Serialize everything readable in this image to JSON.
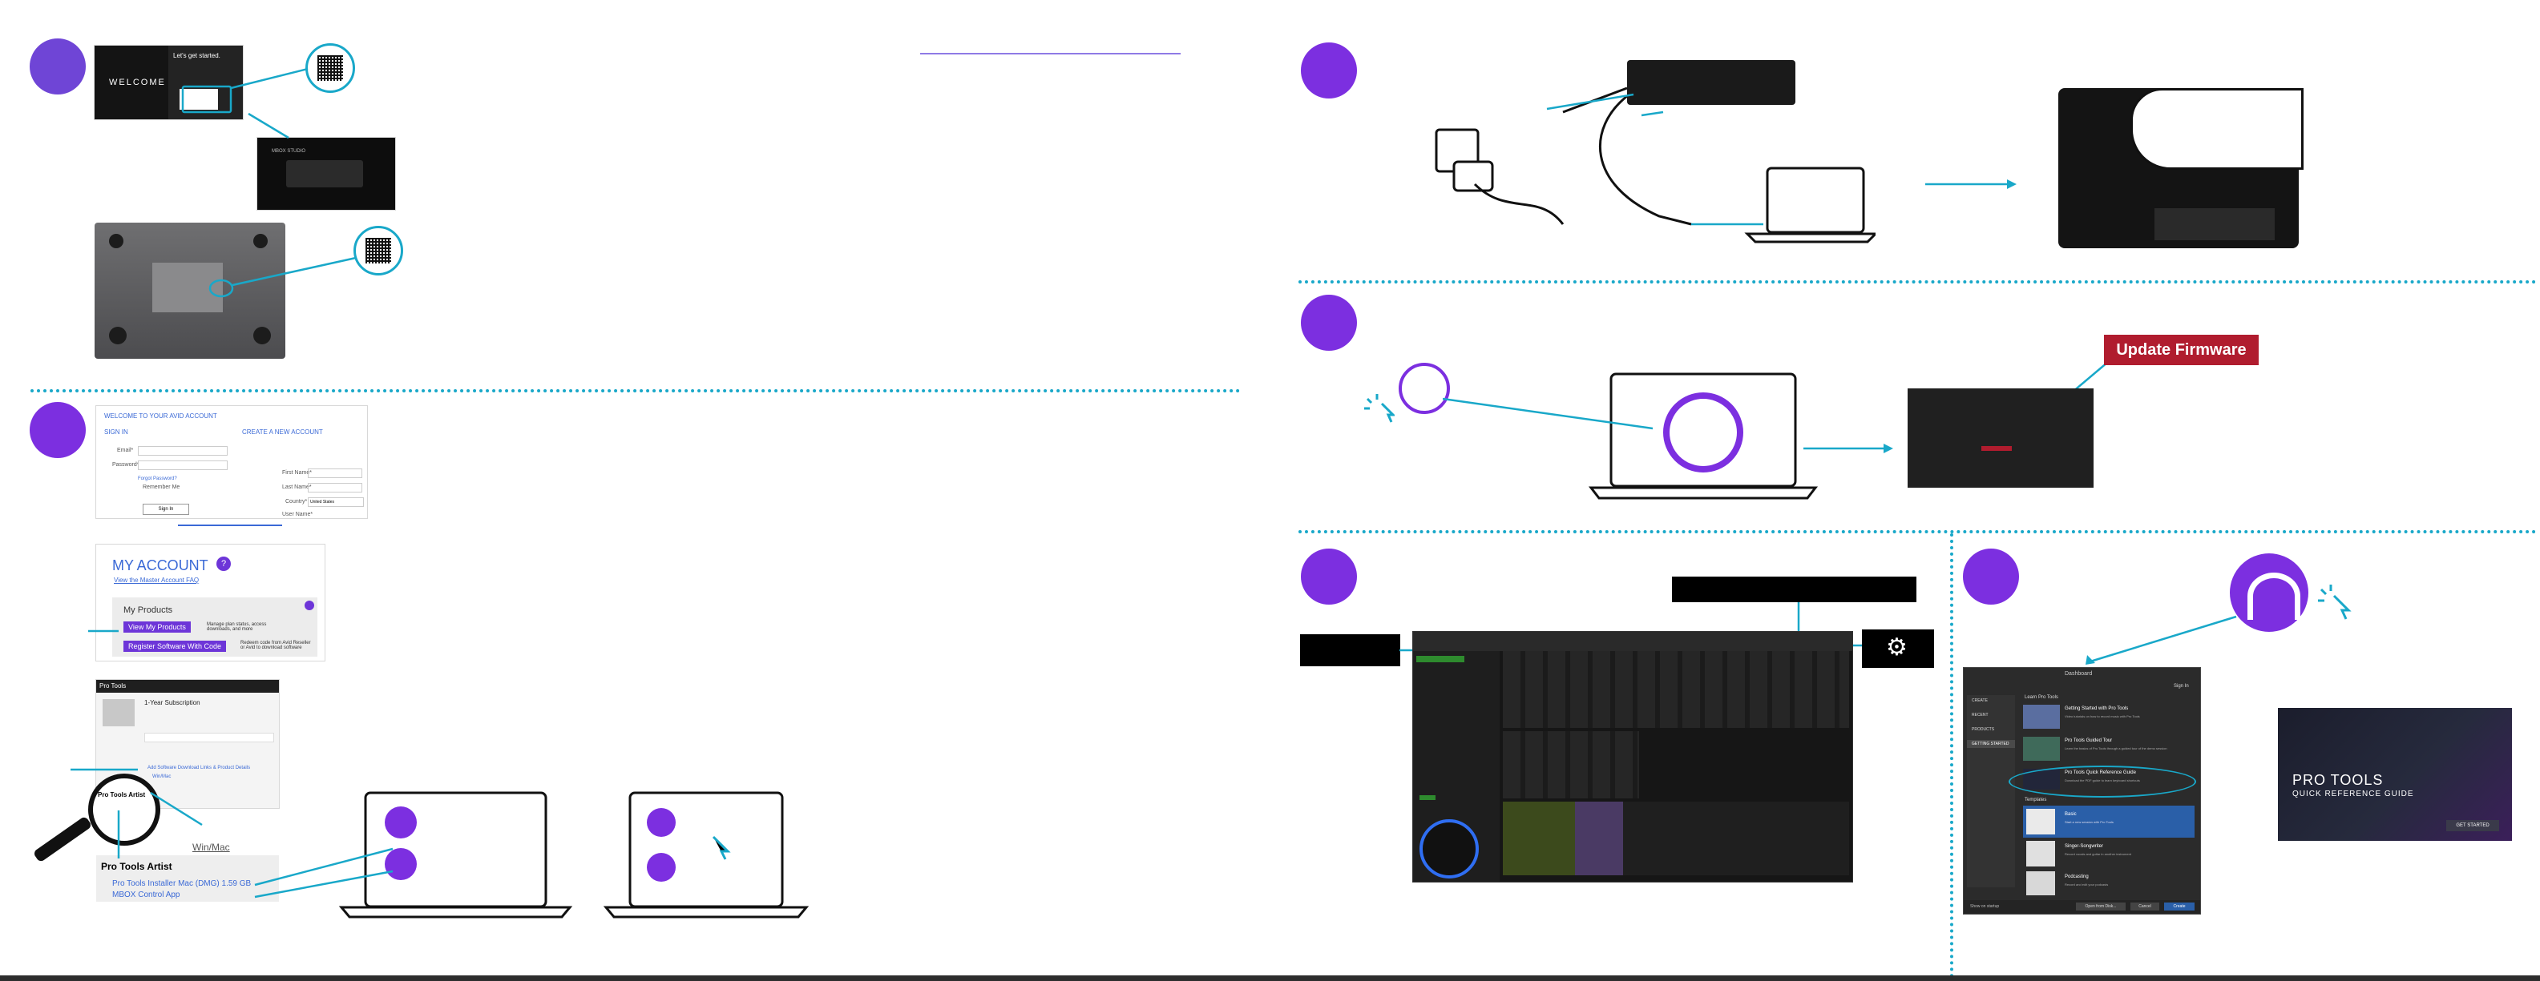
{
  "welcome_card": {
    "welcome": "WELCOME",
    "lets_get_started": "Let's get started."
  },
  "studio_card": {
    "title": "MBOX STUDIO"
  },
  "account_page": {
    "heading": "WELCOME TO YOUR AVID ACCOUNT",
    "sign_in": "SIGN IN",
    "create_account": "CREATE A NEW ACCOUNT",
    "email_label": "Email*",
    "password_label": "Password*",
    "forgot_password": "Forgot Password?",
    "remember_me": "Remember Me",
    "sign_in_button": "Sign In",
    "first_name": "First Name*",
    "last_name": "Last Name*",
    "country": "Country*",
    "country_value": "United States",
    "user_name": "User Name*"
  },
  "my_account": {
    "title": "MY ACCOUNT",
    "faq_link": "View the Master Account FAQ",
    "my_products": "My Products",
    "view_products_button": "View My Products",
    "view_products_desc": "Manage plan status, access downloads, and more",
    "register_button": "Register Software With Code",
    "register_desc": "Redeem code from Avid Reseller or Avid to download software"
  },
  "product_panel": {
    "header": "Pro Tools",
    "subscription": "1-Year Subscription",
    "download_link": "Add Software Download Links & Product Details",
    "magnifier_title": "Pro Tools Artist",
    "windows_mac": "Win/Mac",
    "bundle_title": "Pro Tools Artist",
    "installer_link": "Pro Tools Installer Mac (DMG) 1.59 GB",
    "mbox_link": "MBOX Control App"
  },
  "firmware": {
    "update_button": "Update Firmware"
  },
  "dashboard": {
    "title": "Dashboard",
    "sign_in": "Sign In",
    "learn_heading": "Learn Pro Tools",
    "sidebar": [
      "CREATE",
      "RECENT",
      "PRODUCTS",
      "GETTING STARTED"
    ],
    "items": [
      {
        "title": "Getting Started with Pro Tools",
        "desc": "Video tutorials on how to record music with Pro Tools"
      },
      {
        "title": "Pro Tools Guided Tour",
        "desc": "Learn the basics of Pro Tools through a guided tour of the demo session"
      },
      {
        "title": "Pro Tools Quick Reference Guide",
        "desc": "Download the PDF guide to learn keyboard shortcuts"
      }
    ],
    "templates_heading": "Templates",
    "templates": [
      {
        "title": "Basic",
        "desc": "Start a new session with Pro Tools"
      },
      {
        "title": "Singer-Songwriter",
        "desc": "Record vocals and guitar in another instrument"
      },
      {
        "title": "Podcasting",
        "desc": "Record and edit your podcasts"
      }
    ],
    "footer_left": "Show on startup",
    "footer_buttons": [
      "Open from Disk...",
      "Cancel",
      "Create"
    ]
  },
  "quick_ref": {
    "title_line1": "PRO TOOLS",
    "title_line2": "QUICK REFERENCE GUIDE",
    "cta": "GET STARTED"
  },
  "colors": {
    "accent_purple": "#7c2fe0",
    "accent_teal": "#19a8c9",
    "firmware_red": "#b01c2e"
  }
}
